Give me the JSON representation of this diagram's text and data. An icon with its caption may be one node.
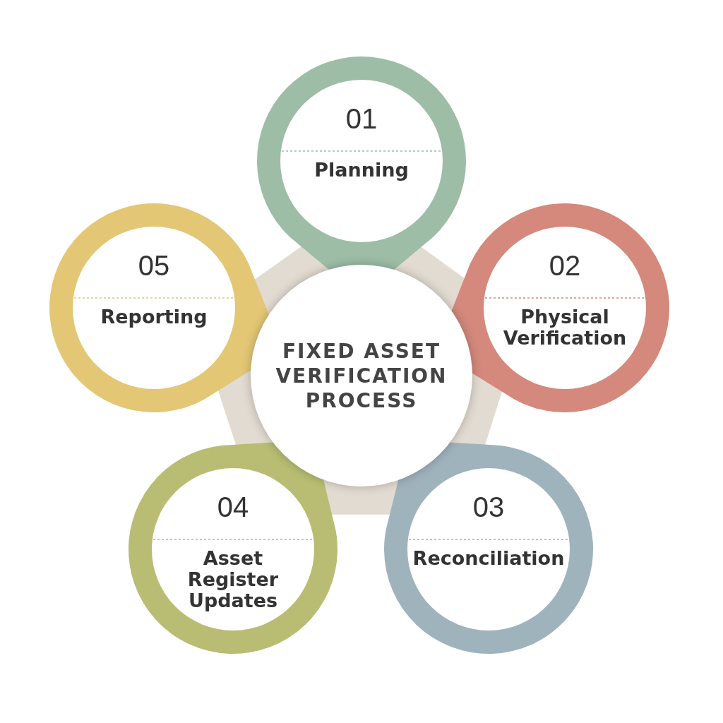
{
  "diagram": {
    "nodes": [
      {
        "text": [
          "FIXED ASSET VERIFICATION PROCESS"
        ]
      },
      {
        "text": [
          "01",
          "Planning"
        ]
      },
      {
        "text": [
          "02",
          "Physical Verification"
        ]
      },
      {
        "text": [
          "03",
          "Reconciliation"
        ]
      },
      {
        "text": [
          "04",
          "Asset Register Updates"
        ]
      },
      {
        "text": [
          "05",
          "Reporting"
        ]
      }
    ]
  }
}
